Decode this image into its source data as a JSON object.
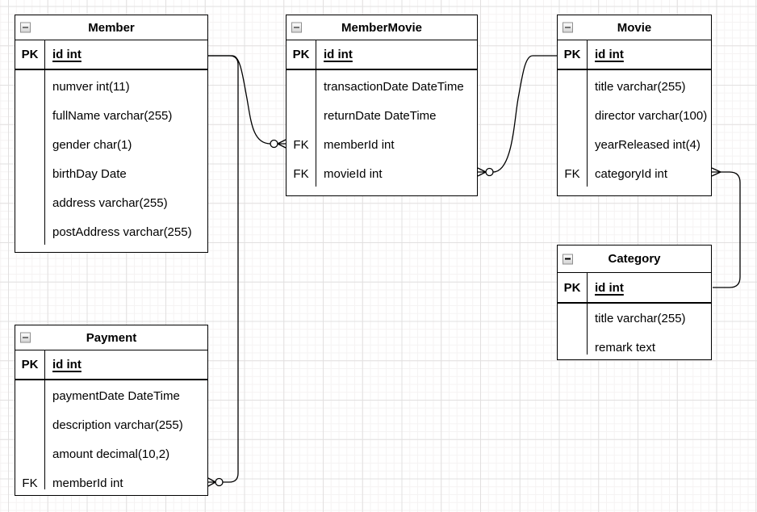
{
  "colors": {
    "table_border": "#000000",
    "table_background": "#ffffff",
    "text": "#000000",
    "edge": "#000000",
    "grid_minor": "#f5f3f3",
    "grid_major": "#e2e0e0"
  },
  "tables": [
    {
      "title": "Member",
      "collapse_icon": "minus",
      "rows": [
        {
          "key": "PK",
          "value": "id int"
        },
        {
          "key": "",
          "value": "numver int(11)"
        },
        {
          "key": "",
          "value": "fullName varchar(255)"
        },
        {
          "key": "",
          "value": "gender char(1)"
        },
        {
          "key": "",
          "value": "birthDay Date"
        },
        {
          "key": "",
          "value": "address varchar(255)"
        },
        {
          "key": "",
          "value": "postAddress varchar(255)"
        }
      ]
    },
    {
      "title": "MemberMovie",
      "collapse_icon": "minus",
      "rows": [
        {
          "key": "PK",
          "value": "id int"
        },
        {
          "key": "",
          "value": "transactionDate DateTime"
        },
        {
          "key": "",
          "value": "returnDate DateTime"
        },
        {
          "key": "FK",
          "value": "memberId int"
        },
        {
          "key": "FK",
          "value": "movieId int"
        }
      ]
    },
    {
      "title": "Movie",
      "collapse_icon": "minus",
      "rows": [
        {
          "key": "PK",
          "value": "id int"
        },
        {
          "key": "",
          "value": "title varchar(255)"
        },
        {
          "key": "",
          "value": "director varchar(100)"
        },
        {
          "key": "",
          "value": "yearReleased int(4)"
        },
        {
          "key": "FK",
          "value": "categoryId int"
        }
      ]
    },
    {
      "title": "Category",
      "collapse_icon": "minus",
      "rows": [
        {
          "key": "PK",
          "value": "id int"
        },
        {
          "key": "",
          "value": "title varchar(255)"
        },
        {
          "key": "",
          "value": "remark text"
        }
      ]
    },
    {
      "title": "Payment",
      "collapse_icon": "minus",
      "rows": [
        {
          "key": "PK",
          "value": "id int"
        },
        {
          "key": "",
          "value": "paymentDate DateTime"
        },
        {
          "key": "",
          "value": "description varchar(255)"
        },
        {
          "key": "",
          "value": "amount decimal(10,2)"
        },
        {
          "key": "FK",
          "value": "memberId int"
        }
      ]
    }
  ],
  "relations": [
    {
      "from": "Member.id",
      "to": "MemberMovie.memberId",
      "from_cardinality": "one",
      "to_cardinality": "zero-or-many"
    },
    {
      "from": "Movie.id",
      "to": "MemberMovie.movieId",
      "from_cardinality": "one",
      "to_cardinality": "zero-or-many"
    },
    {
      "from": "Category.id",
      "to": "Movie.categoryId",
      "from_cardinality": "one",
      "to_cardinality": "many"
    },
    {
      "from": "Member.id",
      "to": "Payment.memberId",
      "from_cardinality": "one",
      "to_cardinality": "zero-or-many"
    }
  ]
}
